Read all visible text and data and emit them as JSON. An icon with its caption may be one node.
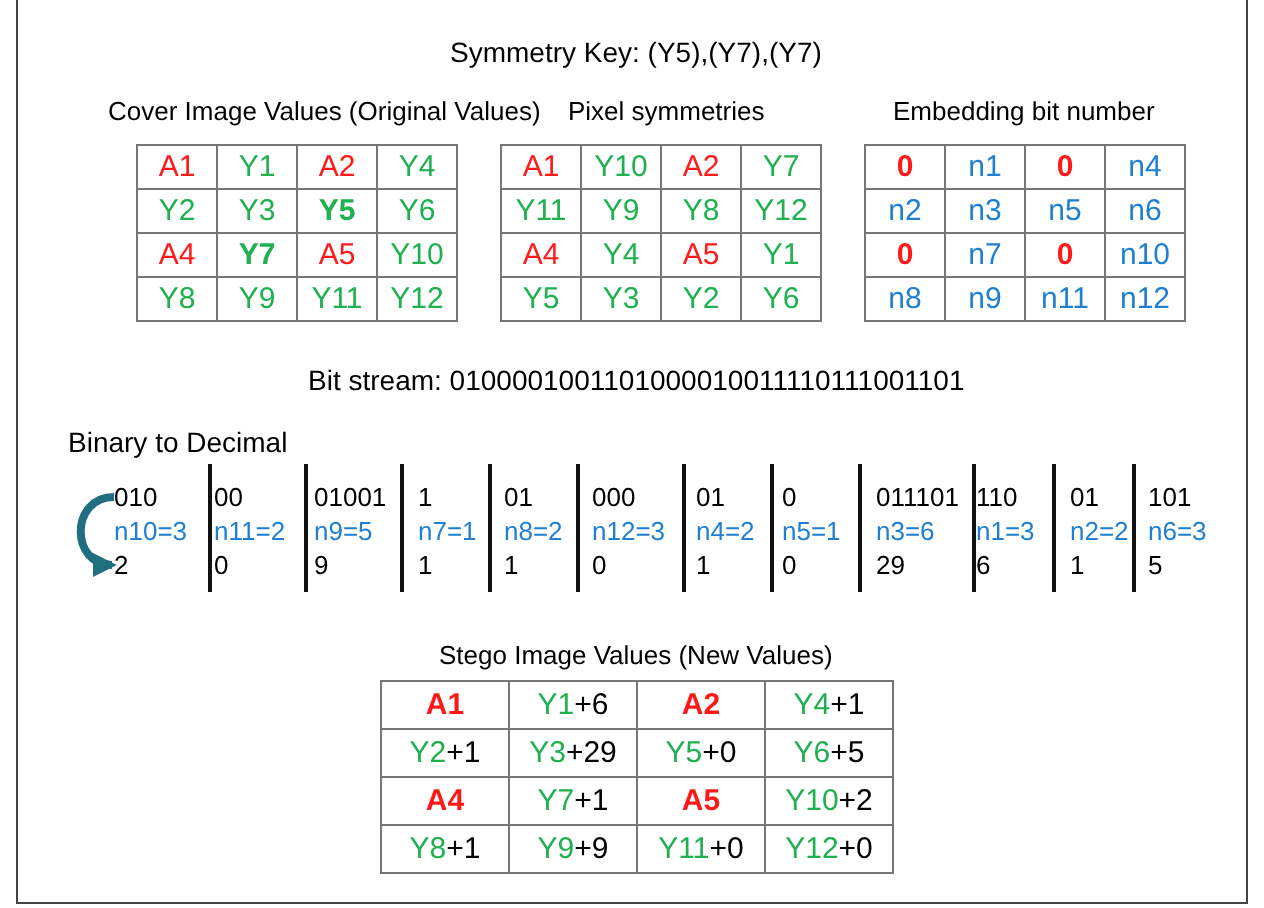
{
  "diagram": {
    "title": "Symmetry Key: (Y5),(Y7),(Y7)",
    "nodes": [
      {
        "text": [
          "010"
        ]
      },
      {
        "text": [
          "2"
        ]
      }
    ],
    "edges": [
      {
        "from": 0,
        "to": 1,
        "arrow": "to"
      }
    ],
    "labels": [
      "Cover Image Values (Original Values)",
      "Pixel symmetries",
      "Embedding bit number",
      "A1",
      "Y1",
      "A2",
      "Y4",
      "Y2",
      "Y3",
      "Y5",
      "Y6",
      "A4",
      "Y7",
      "A5",
      "Y10",
      "Y8",
      "Y9",
      "Y11",
      "Y12",
      "A1",
      "Y10",
      "A2",
      "Y7",
      "Y11",
      "Y9",
      "Y8",
      "Y12",
      "A4",
      "Y4",
      "A5",
      "Y1",
      "Y5",
      "Y3",
      "Y2",
      "Y6",
      "0",
      "n1",
      "0",
      "n4",
      "n2",
      "n3",
      "n5",
      "n6",
      "0",
      "n7",
      "0",
      "n10",
      "n8",
      "n9",
      "n11",
      "n12",
      "Bit stream: 0100001001101000010011110111001101",
      "Binary to Decimal",
      "n10=3",
      "00",
      "n11=2",
      "0",
      "01001",
      "n9=5",
      "9",
      "1",
      "n7=1",
      "1",
      "01",
      "n8=2",
      "1",
      "000",
      "n12=3",
      "0",
      "01",
      "n4=2",
      "1",
      "0",
      "n5=1",
      "0",
      "011101",
      "n3=6",
      "29",
      "110",
      "n1=3",
      "6",
      "01",
      "n2=2",
      "1",
      "101",
      "n6=3",
      "5",
      "Stego Image Values (New Values)",
      "A1",
      "Y1+6",
      "A2",
      "Y4+1",
      "Y2+1",
      "Y3+29",
      "Y5+0",
      "Y6+5",
      "A4",
      "Y7+1",
      "A5",
      "Y10+2",
      "Y8+1",
      "Y9+9",
      "Y11+0",
      "Y12+0"
    ]
  }
}
